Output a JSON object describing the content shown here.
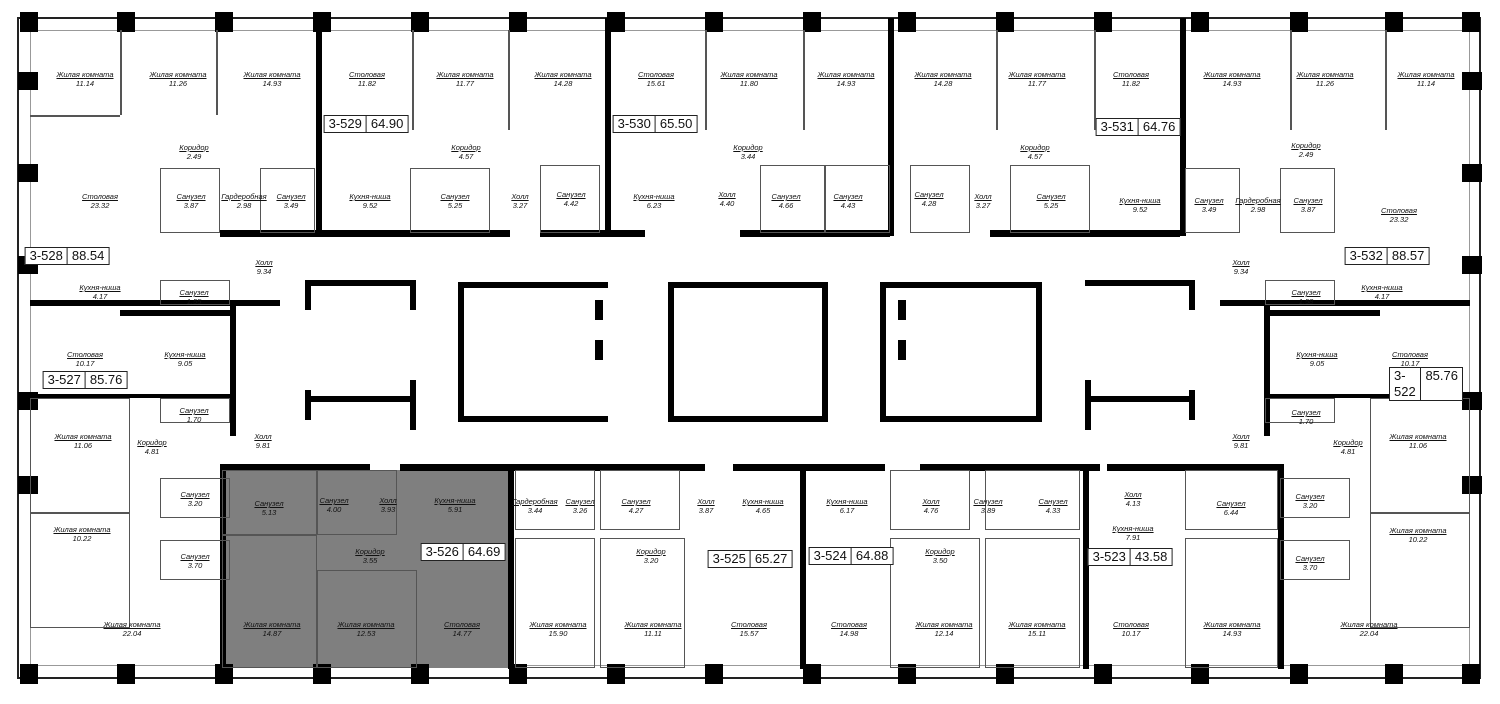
{
  "units": [
    {
      "id": "3-528",
      "area": "88.54"
    },
    {
      "id": "3-529",
      "area": "64.90"
    },
    {
      "id": "3-530",
      "area": "65.50"
    },
    {
      "id": "3-531",
      "area": "64.76"
    },
    {
      "id": "3-532",
      "area": "88.57"
    },
    {
      "id": "3-527",
      "area": "85.76"
    },
    {
      "id": "3-522",
      "area": "85.76"
    },
    {
      "id": "3-526",
      "area": "64.69"
    },
    {
      "id": "3-525",
      "area": "65.27"
    },
    {
      "id": "3-524",
      "area": "64.88"
    },
    {
      "id": "3-523",
      "area": "43.58"
    }
  ],
  "highlighted_unit": "3-526",
  "rooms": [
    {
      "name": "Жилая комната",
      "area": "11.14"
    },
    {
      "name": "Жилая комната",
      "area": "11.26"
    },
    {
      "name": "Жилая комната",
      "area": "14.93"
    },
    {
      "name": "Столовая",
      "area": "11.82"
    },
    {
      "name": "Жилая комната",
      "area": "11.77"
    },
    {
      "name": "Жилая комната",
      "area": "14.28"
    },
    {
      "name": "Столовая",
      "area": "15.61"
    },
    {
      "name": "Жилая комната",
      "area": "11.80"
    },
    {
      "name": "Жилая комната",
      "area": "14.93"
    },
    {
      "name": "Жилая комната",
      "area": "14.28"
    },
    {
      "name": "Жилая комната",
      "area": "11.77"
    },
    {
      "name": "Столовая",
      "area": "11.82"
    },
    {
      "name": "Жилая комната",
      "area": "14.93"
    },
    {
      "name": "Жилая комната",
      "area": "11.26"
    },
    {
      "name": "Жилая комната",
      "area": "11.14"
    },
    {
      "name": "Коридор",
      "area": "2.49"
    },
    {
      "name": "Коридор",
      "area": "4.57"
    },
    {
      "name": "Коридор",
      "area": "3.44"
    },
    {
      "name": "Коридор",
      "area": "4.57"
    },
    {
      "name": "Коридор",
      "area": "2.49"
    },
    {
      "name": "Столовая",
      "area": "23.32"
    },
    {
      "name": "Санузел",
      "area": "3.87"
    },
    {
      "name": "Гардеробная",
      "area": "2.98"
    },
    {
      "name": "Санузел",
      "area": "3.49"
    },
    {
      "name": "Кухня-ниша",
      "area": "9.52"
    },
    {
      "name": "Санузел",
      "area": "5.25"
    },
    {
      "name": "Холл",
      "area": "3.27"
    },
    {
      "name": "Санузел",
      "area": "4.42"
    },
    {
      "name": "Кухня-ниша",
      "area": "6.23"
    },
    {
      "name": "Холл",
      "area": "4.40"
    },
    {
      "name": "Санузел",
      "area": "4.66"
    },
    {
      "name": "Санузел",
      "area": "4.43"
    },
    {
      "name": "Санузел",
      "area": "4.28"
    },
    {
      "name": "Холл",
      "area": "3.27"
    },
    {
      "name": "Санузел",
      "area": "5.25"
    },
    {
      "name": "Кухня-ниша",
      "area": "9.52"
    },
    {
      "name": "Санузел",
      "area": "3.49"
    },
    {
      "name": "Гардеробная",
      "area": "2.98"
    },
    {
      "name": "Санузел",
      "area": "3.87"
    },
    {
      "name": "Столовая",
      "area": "23.32"
    },
    {
      "name": "Холл",
      "area": "9.34"
    },
    {
      "name": "Холл",
      "area": "9.34"
    },
    {
      "name": "Кухня-ниша",
      "area": "4.17"
    },
    {
      "name": "Санузел",
      "area": "1.55"
    },
    {
      "name": "Санузел",
      "area": "1.58"
    },
    {
      "name": "Кухня-ниша",
      "area": "4.17"
    },
    {
      "name": "Столовая",
      "area": "10.17"
    },
    {
      "name": "Кухня-ниша",
      "area": "9.05"
    },
    {
      "name": "Кухня-ниша",
      "area": "9.05"
    },
    {
      "name": "Столовая",
      "area": "10.17"
    },
    {
      "name": "Санузел",
      "area": "1.70"
    },
    {
      "name": "Санузел",
      "area": "1.70"
    },
    {
      "name": "Жилая комната",
      "area": "11.06"
    },
    {
      "name": "Коридор",
      "area": "4.81"
    },
    {
      "name": "Холл",
      "area": "9.81"
    },
    {
      "name": "Холл",
      "area": "9.81"
    },
    {
      "name": "Коридор",
      "area": "4.81"
    },
    {
      "name": "Жилая комната",
      "area": "11.06"
    },
    {
      "name": "Санузел",
      "area": "3.20"
    },
    {
      "name": "Санузел",
      "area": "3.20"
    },
    {
      "name": "Санузел",
      "area": "5.13"
    },
    {
      "name": "Санузел",
      "area": "4.00"
    },
    {
      "name": "Холл",
      "area": "3.93"
    },
    {
      "name": "Кухня-ниша",
      "area": "5.91"
    },
    {
      "name": "Гардеробная",
      "area": "3.44"
    },
    {
      "name": "Санузел",
      "area": "3.26"
    },
    {
      "name": "Санузел",
      "area": "4.27"
    },
    {
      "name": "Холл",
      "area": "3.87"
    },
    {
      "name": "Кухня-ниша",
      "area": "4.65"
    },
    {
      "name": "Кухня-ниша",
      "area": "6.17"
    },
    {
      "name": "Холл",
      "area": "4.76"
    },
    {
      "name": "Санузел",
      "area": "3.89"
    },
    {
      "name": "Санузел",
      "area": "4.33"
    },
    {
      "name": "Холл",
      "area": "4.13"
    },
    {
      "name": "Санузел",
      "area": "6.44"
    },
    {
      "name": "Жилая комната",
      "area": "10.22"
    },
    {
      "name": "Жилая комната",
      "area": "10.22"
    },
    {
      "name": "Кухня-ниша",
      "area": "7.91"
    },
    {
      "name": "Коридор",
      "area": "3.55"
    },
    {
      "name": "Коридор",
      "area": "3.20"
    },
    {
      "name": "Коридор",
      "area": "3.50"
    },
    {
      "name": "Санузел",
      "area": "3.70"
    },
    {
      "name": "Санузел",
      "area": "3.70"
    },
    {
      "name": "Жилая комната",
      "area": "22.04"
    },
    {
      "name": "Жилая комната",
      "area": "14.87"
    },
    {
      "name": "Жилая комната",
      "area": "12.53"
    },
    {
      "name": "Столовая",
      "area": "14.77"
    },
    {
      "name": "Жилая комната",
      "area": "15.90"
    },
    {
      "name": "Жилая комната",
      "area": "11.11"
    },
    {
      "name": "Столовая",
      "area": "15.57"
    },
    {
      "name": "Столовая",
      "area": "14.98"
    },
    {
      "name": "Жилая комната",
      "area": "12.14"
    },
    {
      "name": "Жилая комната",
      "area": "15.11"
    },
    {
      "name": "Столовая",
      "area": "10.17"
    },
    {
      "name": "Жилая комната",
      "area": "14.93"
    },
    {
      "name": "Жилая комната",
      "area": "22.04"
    }
  ]
}
